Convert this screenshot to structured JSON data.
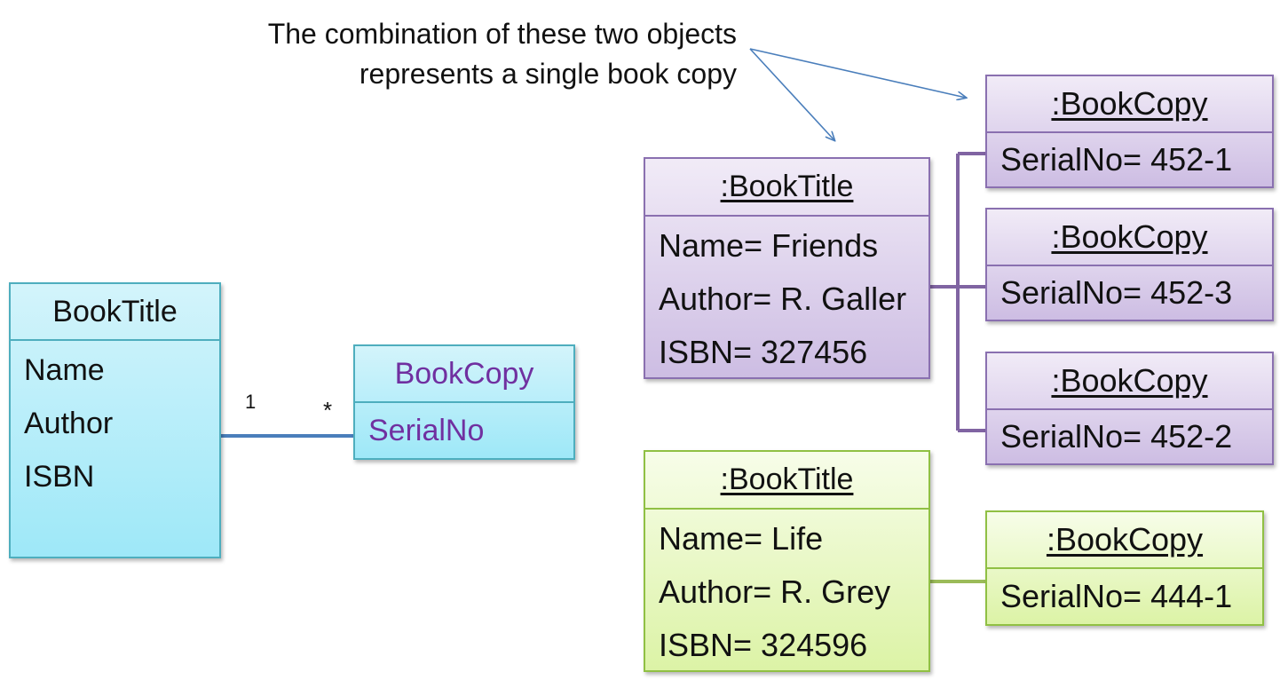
{
  "annotation": "The combination of these two objects represents a single book copy",
  "class_diagram": {
    "book_title": {
      "name": "BookTitle",
      "attributes": [
        "Name",
        "Author",
        "ISBN"
      ]
    },
    "book_copy": {
      "name": "BookCopy",
      "attributes": [
        "SerialNo"
      ]
    },
    "association": {
      "source_multiplicity": "1",
      "target_multiplicity": "*"
    }
  },
  "object_diagram": {
    "titles": [
      {
        "header": ":BookTitle",
        "name": "Name= Friends",
        "author": "Author= R. Galler",
        "isbn": "ISBN= 327456",
        "color": "#cdbde3"
      },
      {
        "header": ":BookTitle",
        "name": "Name= Life",
        "author": "Author= R. Grey",
        "isbn": "ISBN= 324596",
        "color": "#dcf3a6"
      }
    ],
    "copies": [
      {
        "header": ":BookCopy",
        "serial": "SerialNo= 452-1"
      },
      {
        "header": ":BookCopy",
        "serial": "SerialNo= 452-3"
      },
      {
        "header": ":BookCopy",
        "serial": "SerialNo= 452-2"
      },
      {
        "header": ":BookCopy",
        "serial": "SerialNo= 444-1"
      }
    ]
  },
  "colors": {
    "class_fill": "#9ee8f8",
    "class_name_text": "#7030a0",
    "association_line": "#4a7ebb",
    "purple_link": "#8064a2",
    "green_link": "#9bbb59"
  }
}
